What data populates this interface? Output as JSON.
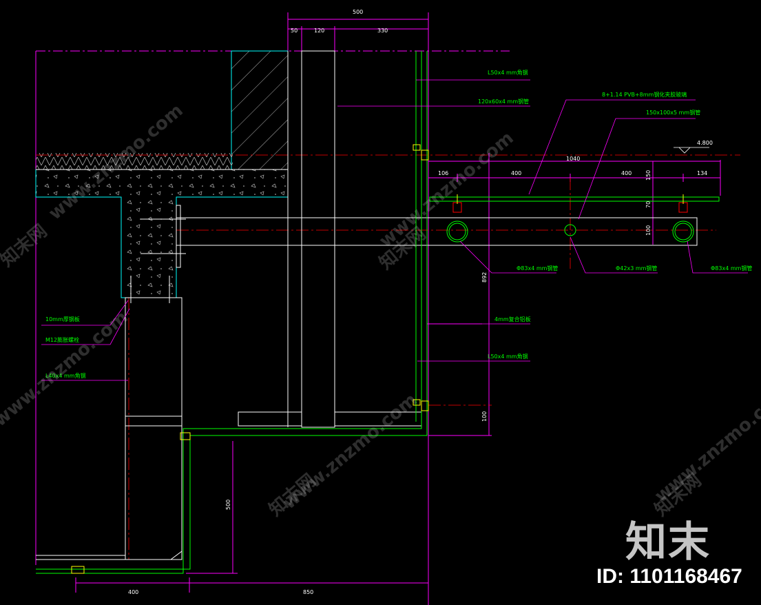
{
  "dimensions": {
    "top_total": "500",
    "top_a": "50",
    "top_b": "120",
    "top_c": "330",
    "elevation": "4.800",
    "span_total": "1040",
    "span_106": "106",
    "span_400a": "400",
    "span_400b": "400",
    "span_134": "134",
    "v150": "150",
    "v70": "70",
    "v100": "100",
    "v892": "892",
    "v100b": "100",
    "v500": "500",
    "bottom_400": "400",
    "bottom_850": "850"
  },
  "notes": {
    "angle_top": "L50x4 mm角钢",
    "tube": "120x60x4 mm钢管",
    "glass": "8+1.14 PVB+8mm钢化夹胶玻璃",
    "steel_150": "150x100x5 mm钢管",
    "pipe_left": "Φ83x4 mm钢管",
    "pipe_mid": "Φ42x3 mm钢管",
    "pipe_right": "Φ83x4 mm钢管",
    "plate": "10mm厚钢板",
    "bolt": "M12膨胀螺栓",
    "angle_left": "L40x4 mm角钢",
    "aluminum": "4mm复合铝板",
    "angle_mid": "L50x4 mm角钢"
  },
  "watermark": {
    "site": "www.znzmo.com",
    "brand": "知末网",
    "logo": "知末",
    "id": "ID: 1101168467"
  },
  "colors": {
    "background": "#000000",
    "dimension": "#ff00ff",
    "annotation": "#00ff00",
    "structure": "#ffffff",
    "hatch": "#00ffff",
    "centerline": "#ff0000",
    "fitting": "#ffff00"
  }
}
